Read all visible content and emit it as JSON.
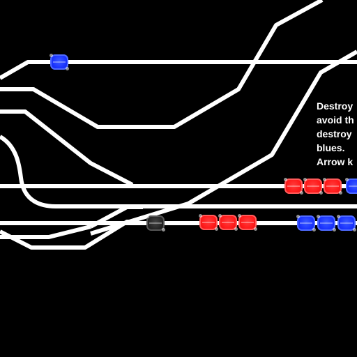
{
  "game": {
    "background_color": "#000000",
    "track_color": "#ffffff",
    "instructions": {
      "lines": [
        "Destroy",
        "avoid th",
        "destroy",
        "blues.",
        "Arrow k"
      ]
    },
    "units": {
      "colors": {
        "blue": "#1a33ff",
        "red": "#ff1a1a",
        "black": "#222222"
      },
      "player_car": "black",
      "trains": [
        {
          "name": "top-lone-blue",
          "cars": [
            "blue"
          ]
        },
        {
          "name": "middle-train",
          "cars": [
            "red",
            "red",
            "red",
            "blue"
          ]
        },
        {
          "name": "lower-red-train",
          "cars": [
            "red",
            "red",
            "red"
          ]
        },
        {
          "name": "lower-blue-train",
          "cars": [
            "blue",
            "blue",
            "blue"
          ]
        }
      ]
    }
  }
}
